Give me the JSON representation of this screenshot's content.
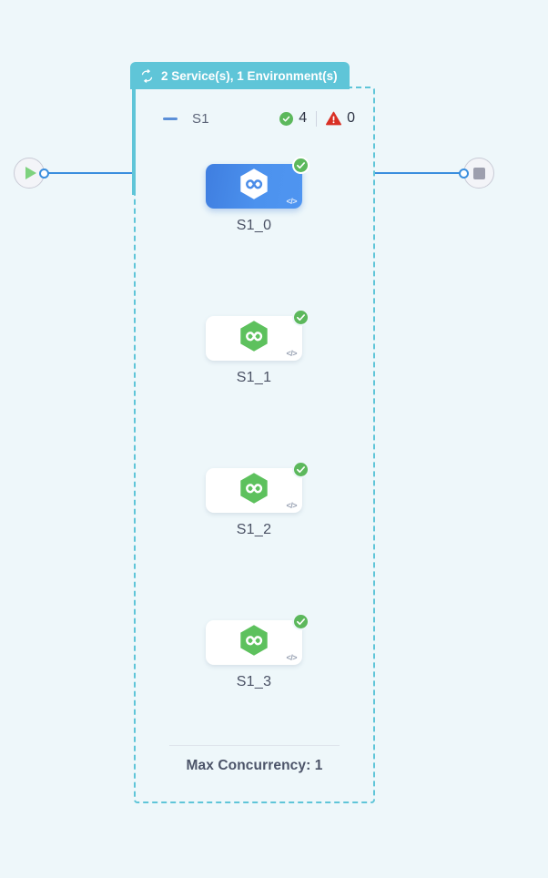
{
  "graph": {
    "background_color": "#eef7fa",
    "start_node": {
      "icon": "play-icon",
      "color": "#7ed27e"
    },
    "end_node": {
      "icon": "stop-icon",
      "color": "#9d9fae"
    },
    "connector_color": "#3a8ede"
  },
  "group": {
    "tab_label": "2 Service(s), 1 Environment(s)",
    "tab_icon": "cycle-refresh-icon",
    "tab_color": "#5fc5d8",
    "border_style": "dashed",
    "border_color": "#5fc5d8"
  },
  "stage": {
    "collapse_icon": "minus-icon",
    "name": "S1",
    "success": {
      "icon": "check-circle-icon",
      "count": "4",
      "color": "#5cb85c"
    },
    "warning": {
      "icon": "warning-triangle-icon",
      "count": "0",
      "color": "#d93025"
    }
  },
  "nodes": [
    {
      "label": "S1_0",
      "selected": true,
      "status_icon": "check-circle-icon",
      "status_color": "#5cb85c",
      "logo_icon": "hexagon-infinity-icon",
      "logo_color": "#ffffff",
      "code_icon": "code-brackets-icon"
    },
    {
      "label": "S1_1",
      "selected": false,
      "status_icon": "check-circle-icon",
      "status_color": "#5cb85c",
      "logo_icon": "hexagon-infinity-icon",
      "logo_color": "#5dc15d",
      "code_icon": "code-brackets-icon"
    },
    {
      "label": "S1_2",
      "selected": false,
      "status_icon": "check-circle-icon",
      "status_color": "#5cb85c",
      "logo_icon": "hexagon-infinity-icon",
      "logo_color": "#5dc15d",
      "code_icon": "code-brackets-icon"
    },
    {
      "label": "S1_3",
      "selected": false,
      "status_icon": "check-circle-icon",
      "status_color": "#5cb85c",
      "logo_icon": "hexagon-infinity-icon",
      "logo_color": "#5dc15d",
      "code_icon": "code-brackets-icon"
    }
  ],
  "footer": {
    "max_concurrency_label": "Max Concurrency: 1"
  },
  "code_glyph_text": "</>"
}
